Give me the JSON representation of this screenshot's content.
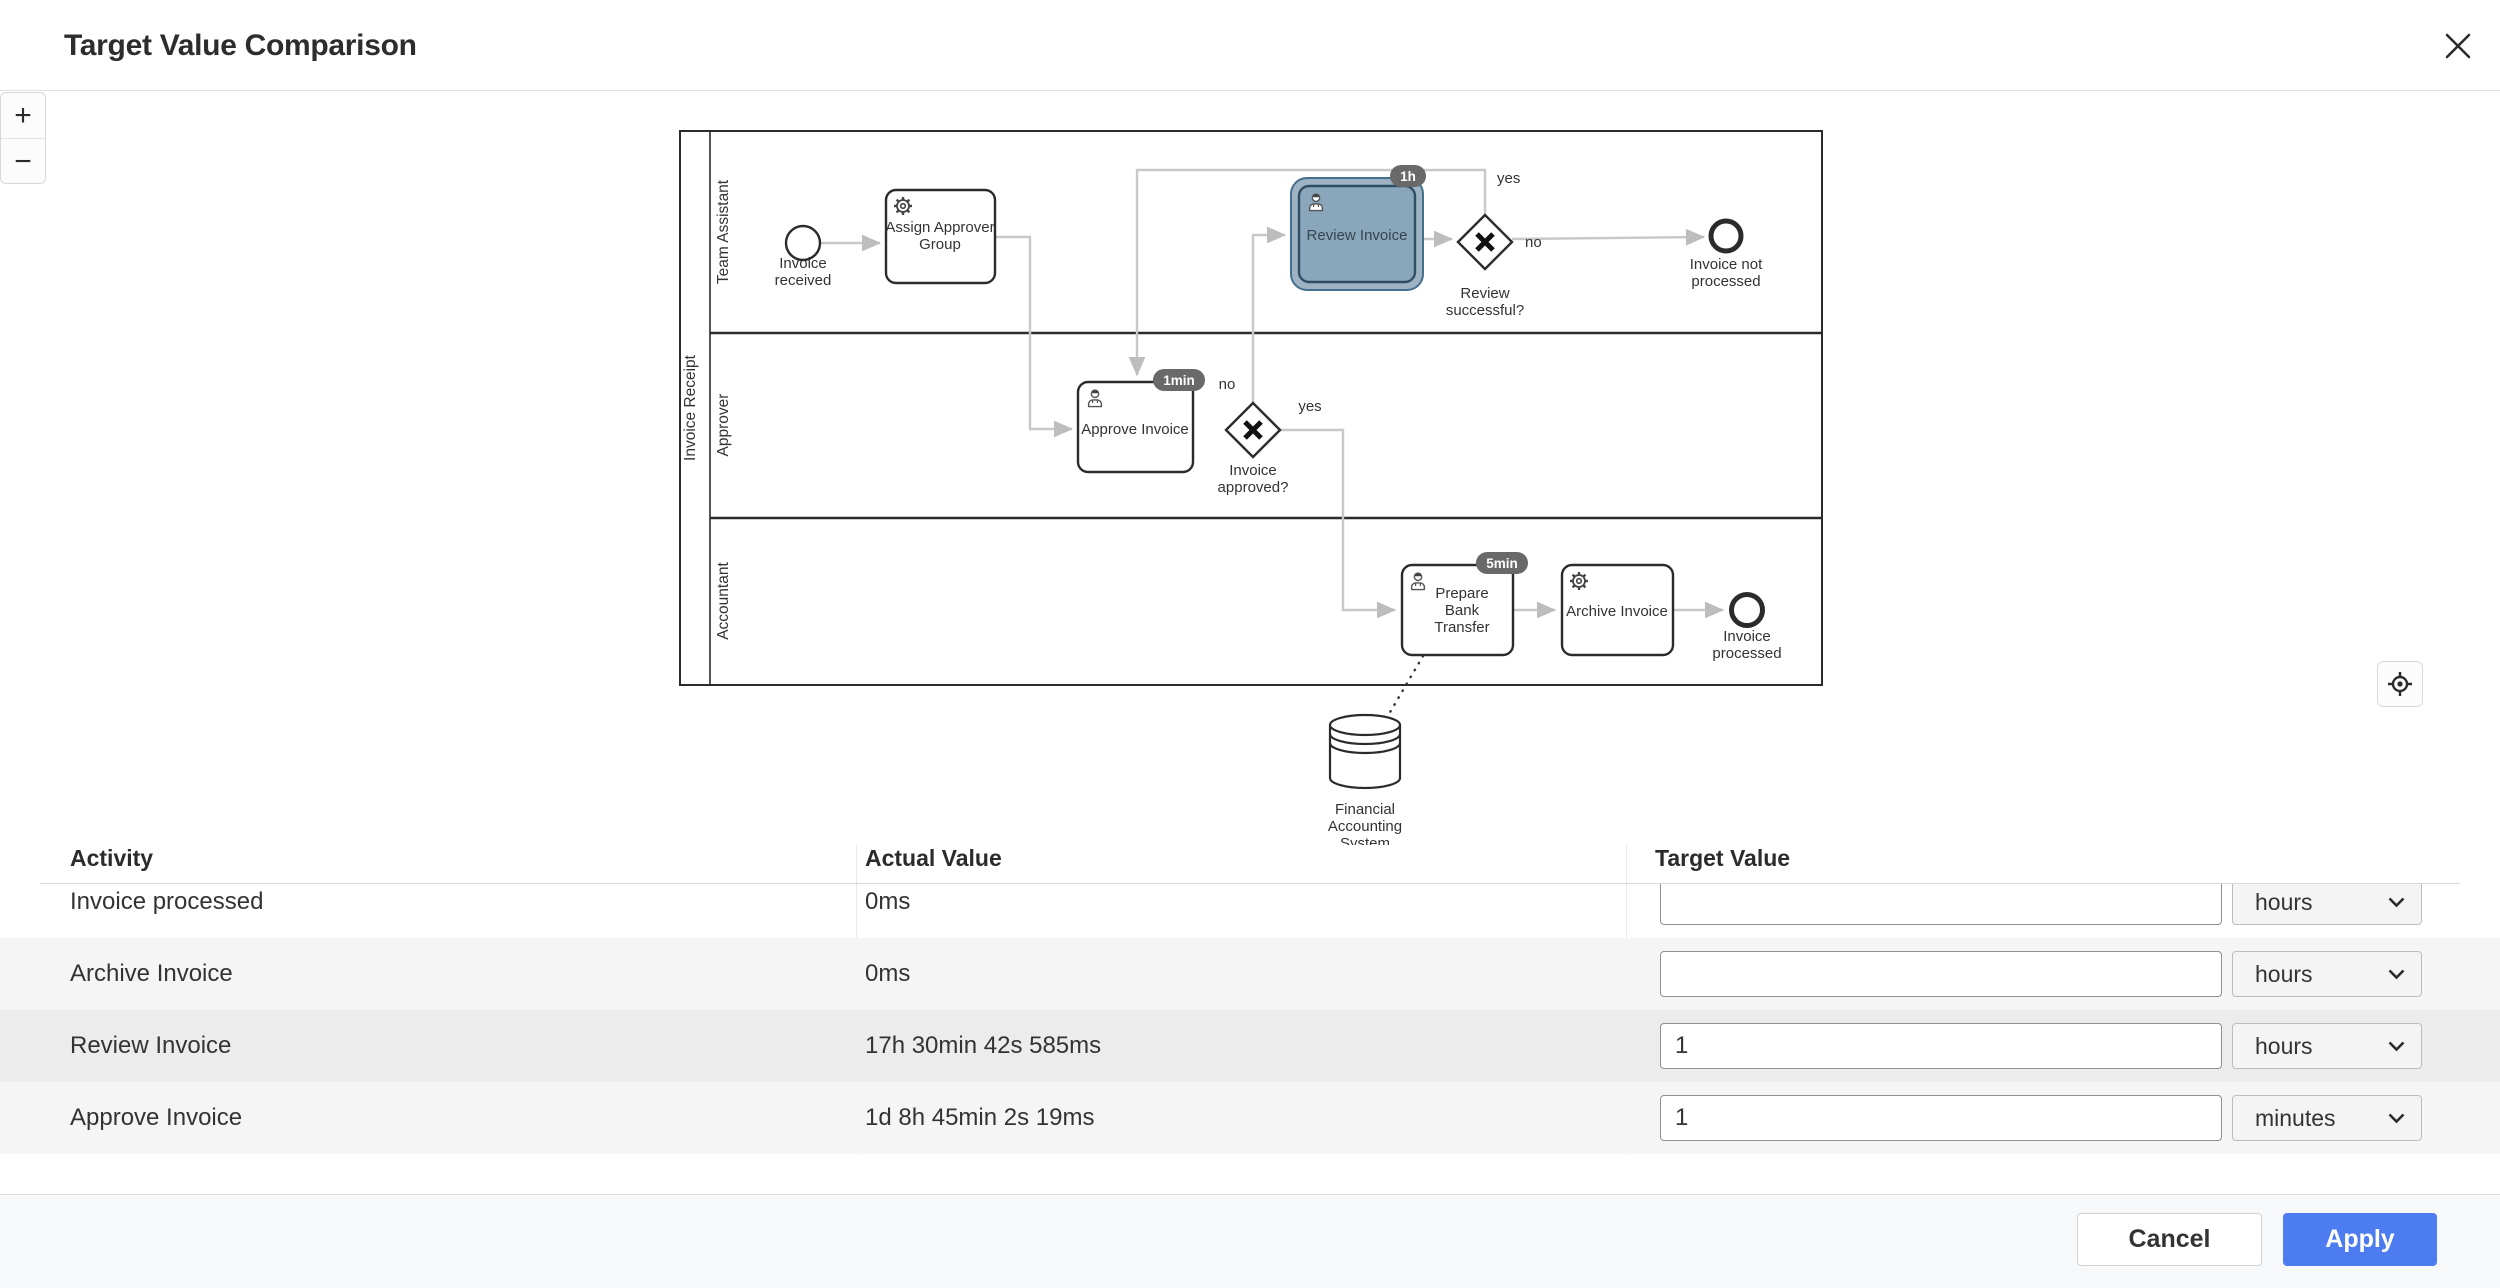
{
  "modal": {
    "title": "Target Value Comparison"
  },
  "colors": {
    "accent": "#4d7cf0",
    "selected_task_fill": "#8aa6bb",
    "selected_task_stroke": "#2e4d63",
    "flow_line": "#c8c8c8",
    "badge_bg": "#696969",
    "row_stripe": "#f5f5f5",
    "selected_row": "#ececec"
  },
  "diagram": {
    "pool_label": "Invoice Receipt",
    "lane1": "Team Assistant",
    "lane2": "Approver",
    "lane3": "Accountant",
    "start_label_1": "Invoice",
    "start_label_2": "received",
    "task_assign_1": "Assign Approver",
    "task_assign_2": "Group",
    "task_review": "Review Invoice",
    "badge_review": "1h",
    "gw_review_1": "Review",
    "gw_review_2": "successful?",
    "lbl_review_yes": "yes",
    "lbl_review_no": "no",
    "end_notprocessed_1": "Invoice not",
    "end_notprocessed_2": "processed",
    "task_approve": "Approve Invoice",
    "badge_approve": "1min",
    "gw_approve_1": "Invoice",
    "gw_approve_2": "approved?",
    "lbl_approve_no": "no",
    "lbl_approve_yes": "yes",
    "task_prepare_1": "Prepare",
    "task_prepare_2": "Bank",
    "task_prepare_3": "Transfer",
    "badge_prepare": "5min",
    "task_archive": "Archive Invoice",
    "end_processed_1": "Invoice",
    "end_processed_2": "processed",
    "datastore_1": "Financial",
    "datastore_2": "Accounting",
    "datastore_3": "System",
    "controls": {
      "zoom_in": "+",
      "zoom_out": "−"
    }
  },
  "table": {
    "columns": [
      "Activity",
      "Actual Value",
      "Target Value"
    ],
    "rows": [
      {
        "activity": "Invoice processed",
        "actual": "0ms",
        "target": "",
        "unit": "hours"
      },
      {
        "activity": "Archive Invoice",
        "actual": "0ms",
        "target": "",
        "unit": "hours"
      },
      {
        "activity": "Review Invoice",
        "actual": "17h 30min 42s 585ms",
        "target": "1",
        "unit": "hours"
      },
      {
        "activity": "Approve Invoice",
        "actual": "1d 8h 45min 2s 19ms",
        "target": "1",
        "unit": "minutes"
      }
    ]
  },
  "footer": {
    "cancel_label": "Cancel",
    "apply_label": "Apply"
  }
}
